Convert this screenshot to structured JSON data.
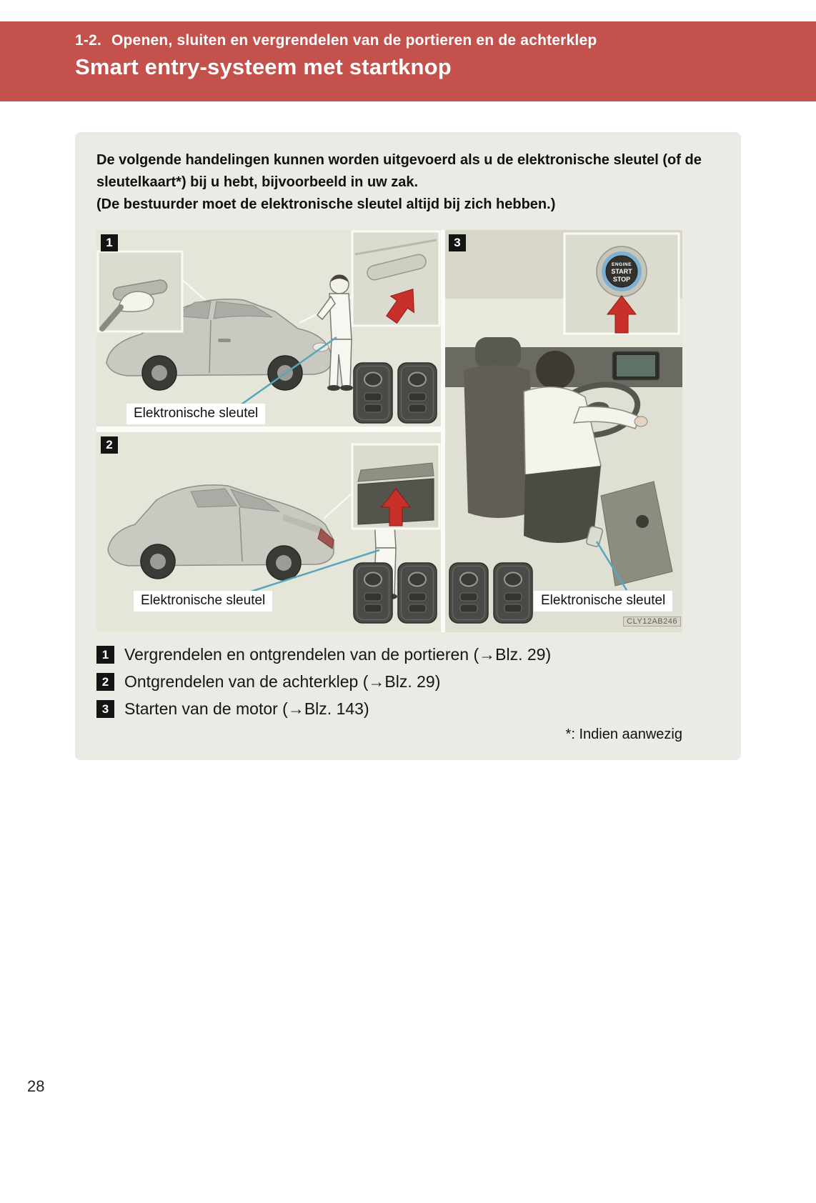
{
  "header": {
    "section_number": "1-2.",
    "section_title": "Openen, sluiten en vergrendelen van de portieren en de achterklep",
    "page_title": "Smart entry-systeem met startknop"
  },
  "intro": {
    "line1": "De volgende handelingen kunnen worden uitgevoerd als u de elektronische sleutel (of de sleutelkaart*) bij u hebt, bijvoorbeeld in uw zak.",
    "line2": "(De bestuurder moet de elektronische sleutel altijd bij zich hebben.)"
  },
  "figure": {
    "panels": [
      {
        "num": "1",
        "label": "Elektronische sleutel"
      },
      {
        "num": "2",
        "label": "Elektronische sleutel"
      },
      {
        "num": "3",
        "label": "Elektronische sleutel"
      }
    ],
    "start_button": {
      "line1": "ENGINE",
      "line2": "START",
      "line3": "STOP"
    },
    "watermark": "CLY12AB246"
  },
  "legend": {
    "items": [
      {
        "num": "1",
        "text": "Vergrendelen en ontgrendelen van de portieren (→Blz. 29)"
      },
      {
        "num": "2",
        "text": "Ontgrendelen van de achterklep (→Blz. 29)"
      },
      {
        "num": "3",
        "text": "Starten van de motor (→Blz. 143)"
      }
    ]
  },
  "footnote": "*: Indien aanwezig",
  "page_number": "28",
  "colors": {
    "banner_red": "#c5514d",
    "content_bg": "#ebeae4",
    "figure_panel": "#e6e5da",
    "arrow_red": "#c9302a",
    "callout_teal": "#57a7bb",
    "badge_black": "#141414"
  }
}
